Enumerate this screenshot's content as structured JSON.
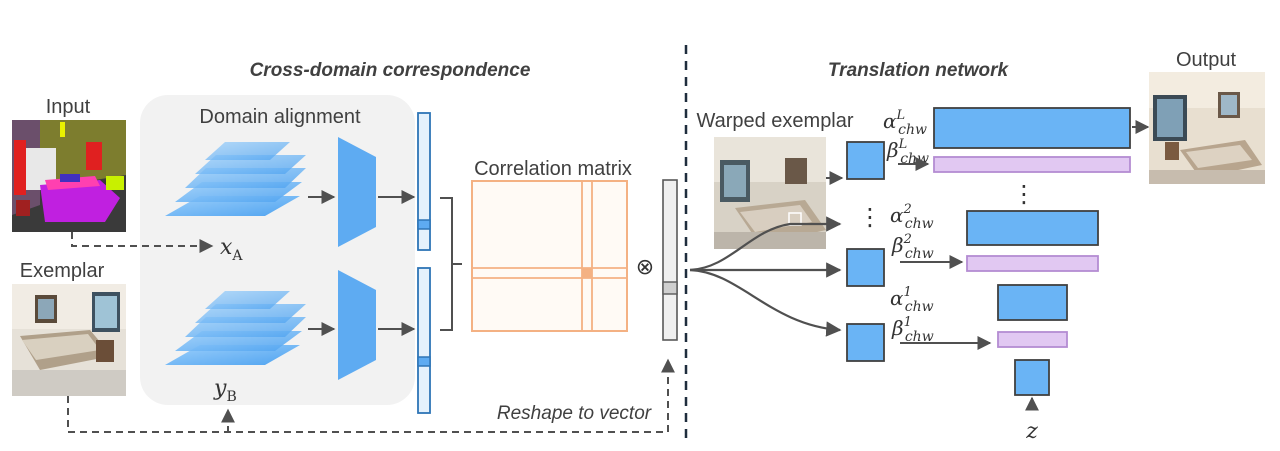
{
  "headings": {
    "left": "Cross-domain correspondence",
    "right": "Translation network"
  },
  "labels": {
    "input": "Input",
    "exemplar": "Exemplar",
    "domain_alignment": "Domain alignment",
    "correlation_matrix": "Correlation matrix",
    "warped_exemplar": "Warped exemplar",
    "output": "Output",
    "reshape": "Reshape to vector",
    "otimes": "⊗"
  },
  "math": {
    "xA": {
      "base": "x",
      "sub": "A"
    },
    "yB": {
      "base": "y",
      "sub": "B"
    },
    "z": "z",
    "alphaL": {
      "base": "α",
      "sup": "L",
      "sub": "chw"
    },
    "betaL": {
      "base": "β",
      "sup": "L",
      "sub": "chw"
    },
    "alpha2": {
      "base": "α",
      "sup": "2",
      "sub": "chw"
    },
    "beta2": {
      "base": "β",
      "sup": "2",
      "sub": "chw"
    },
    "alpha1": {
      "base": "α",
      "sup": "1",
      "sub": "chw"
    },
    "beta1": {
      "base": "β",
      "sup": "1",
      "sub": "chw"
    },
    "dots": "⋮"
  },
  "colors": {
    "blue_fill": "#6ab4f5",
    "blue_stroke": "#2e75b6",
    "orange": "#f4b183",
    "purple_fill": "#e1c8f2",
    "purple_stroke": "#b48cd2",
    "gray_panel": "#f2f2f2",
    "arrow": "#505050"
  }
}
